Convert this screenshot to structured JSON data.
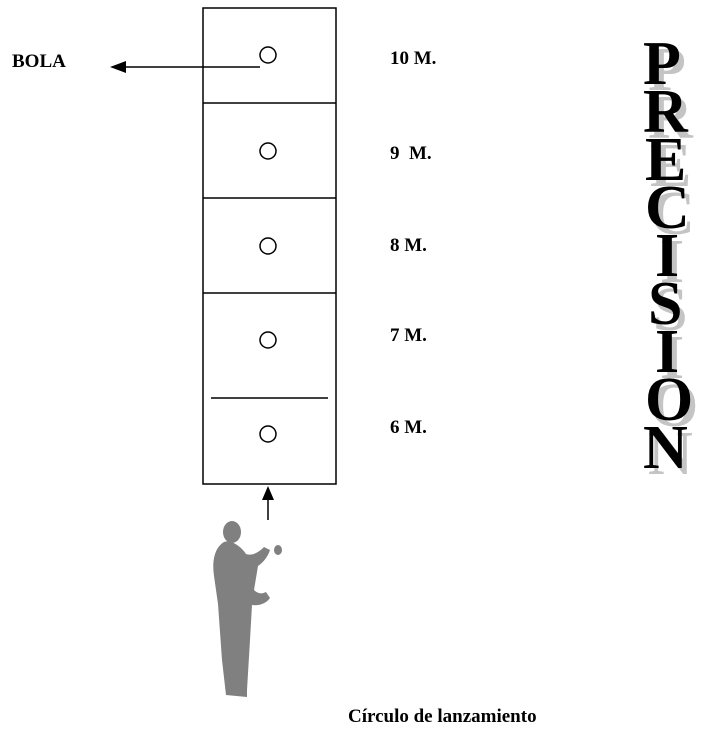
{
  "ball_label": "BOLA",
  "distances": [
    "10 M.",
    "9  M.",
    "8 M.",
    "7 M.",
    "6 M."
  ],
  "title_letters": [
    "P",
    "R",
    "E",
    "C",
    "I",
    "S",
    "I",
    "O",
    "N"
  ],
  "throw_circle_label": "Círculo de lanzamiento",
  "colors": {
    "ink": "#000000",
    "silhouette": "#808080",
    "shadow": "#c4c4c4"
  }
}
